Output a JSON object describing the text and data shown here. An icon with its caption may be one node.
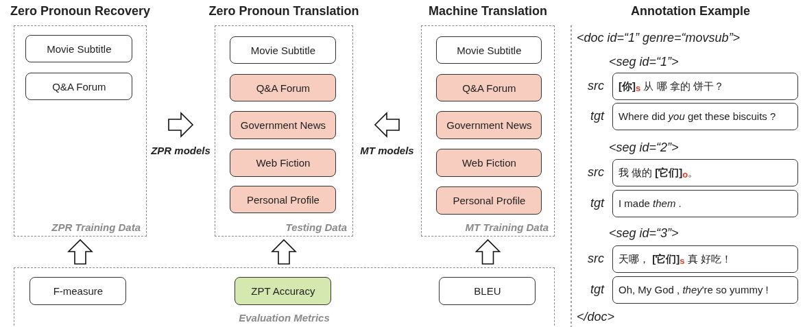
{
  "diagram": {
    "nodes": [
      {
        "text": [
          "Zero Pronoun Recovery",
          "ZPR Training Data"
        ]
      },
      {
        "text": [
          "Movie Subtitle"
        ],
        "in": 0
      },
      {
        "text": [
          "Q&A Forum"
        ],
        "in": 0
      },
      {
        "text": [
          "Zero Pronoun Translation",
          "Testing Data"
        ]
      },
      {
        "text": [
          "Movie Subtitle"
        ],
        "in": 3
      },
      {
        "text": [
          "Q&A Forum"
        ],
        "in": 3
      },
      {
        "text": [
          "Government News"
        ],
        "in": 3
      },
      {
        "text": [
          "Web Fiction"
        ],
        "in": 3
      },
      {
        "text": [
          "Personal Profile"
        ],
        "in": 3
      },
      {
        "text": [
          "Machine Translation",
          "MT Training Data"
        ]
      },
      {
        "text": [
          "Movie Subtitle"
        ],
        "in": 9
      },
      {
        "text": [
          "Q&A Forum"
        ],
        "in": 9
      },
      {
        "text": [
          "Government News"
        ],
        "in": 9
      },
      {
        "text": [
          "Web Fiction"
        ],
        "in": 9
      },
      {
        "text": [
          "Personal Profile"
        ],
        "in": 9
      },
      {
        "text": [
          "Evaluation Metrics"
        ]
      },
      {
        "text": [
          "F-measure"
        ],
        "in": 15
      },
      {
        "text": [
          "ZPT Accuracy"
        ],
        "in": 15
      },
      {
        "text": [
          "BLEU"
        ],
        "in": 15
      },
      {
        "text": [
          "**[你]**$_{s}$ 从 哪 拿的 饼干？"
        ],
        "beside": [
          "src"
        ]
      },
      {
        "text": [
          "Where did *you* get these biscuits ?"
        ],
        "beside": [
          "tgt"
        ]
      },
      {
        "text": [
          "我 做的 **[它们]**$_{o}$。"
        ],
        "beside": [
          "src"
        ]
      },
      {
        "text": [
          "I made *them* ."
        ],
        "beside": [
          "tgt"
        ]
      },
      {
        "text": [
          "天哪， **[它们]**$_{s}$ 真 好吃！"
        ],
        "beside": [
          "src"
        ]
      },
      {
        "text": [
          "Oh, My God , *they*'re so yummy !"
        ],
        "beside": [
          "tgt"
        ]
      }
    ],
    "edges": [
      {
        "from": 0,
        "to": 3,
        "arrow": "to",
        "label": "ZPR models"
      },
      {
        "from": 9,
        "to": 3,
        "arrow": "to",
        "label": "MT models"
      },
      {
        "from": 15,
        "to": 0,
        "arrow": "to"
      },
      {
        "from": 15,
        "to": 3,
        "arrow": "to"
      },
      {
        "from": 15,
        "to": 9,
        "arrow": "to"
      }
    ],
    "labels": [
      "Annotation Example",
      "<doc id=“1” genre=“movsub”>",
      "<seg id=“1”>",
      "<seg id=“2”>",
      "<seg id=“3”>",
      "</doc>"
    ]
  }
}
